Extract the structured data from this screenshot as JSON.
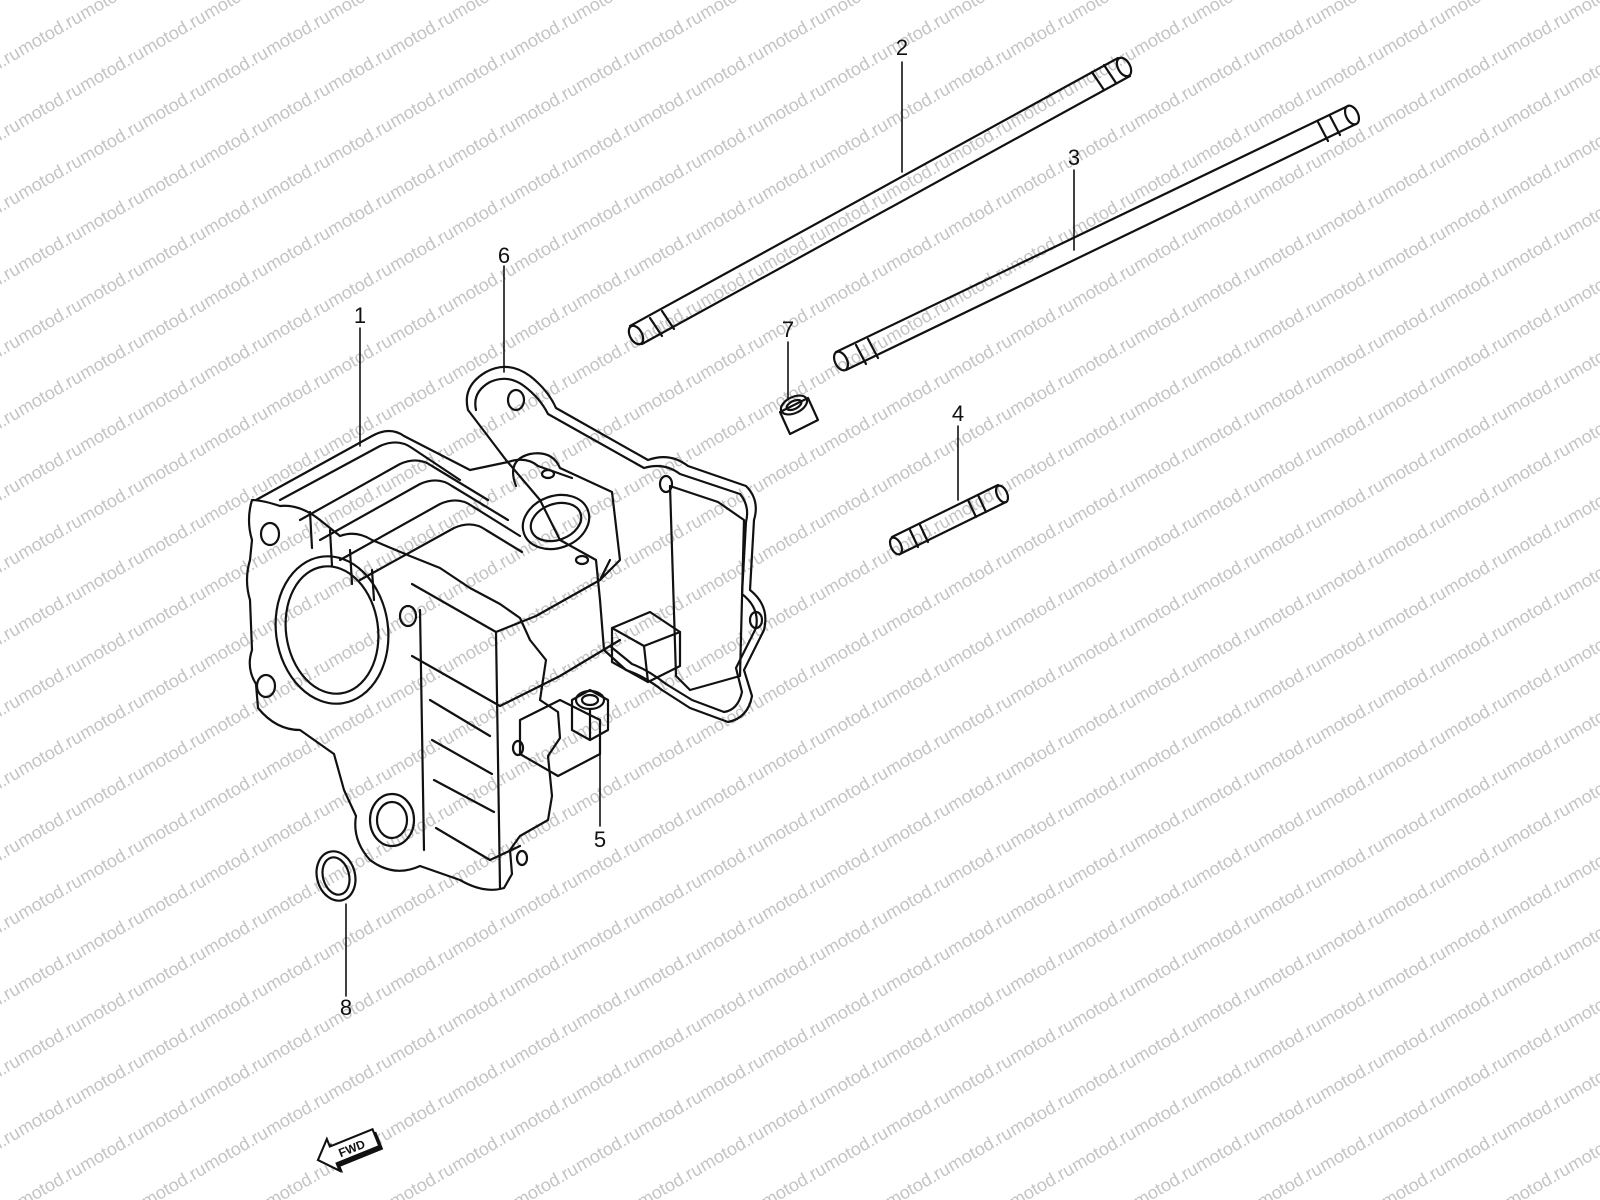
{
  "watermark": {
    "text": "motod.ru",
    "color": "#c4c4c4"
  },
  "line_color": "#111111",
  "callouts": [
    {
      "id": "1",
      "label": "1",
      "name": "cylinder-block"
    },
    {
      "id": "2",
      "label": "2",
      "name": "stud-bolt-long"
    },
    {
      "id": "3",
      "label": "3",
      "name": "stud-bolt-long-2"
    },
    {
      "id": "4",
      "label": "4",
      "name": "stud-bolt-short"
    },
    {
      "id": "5",
      "label": "5",
      "name": "nut"
    },
    {
      "id": "6",
      "label": "6",
      "name": "cylinder-gasket"
    },
    {
      "id": "7",
      "label": "7",
      "name": "dowel-pin"
    },
    {
      "id": "8",
      "label": "8",
      "name": "o-ring"
    }
  ],
  "direction_badge": {
    "label": "FWD",
    "icon": "fwd-arrow-icon"
  }
}
